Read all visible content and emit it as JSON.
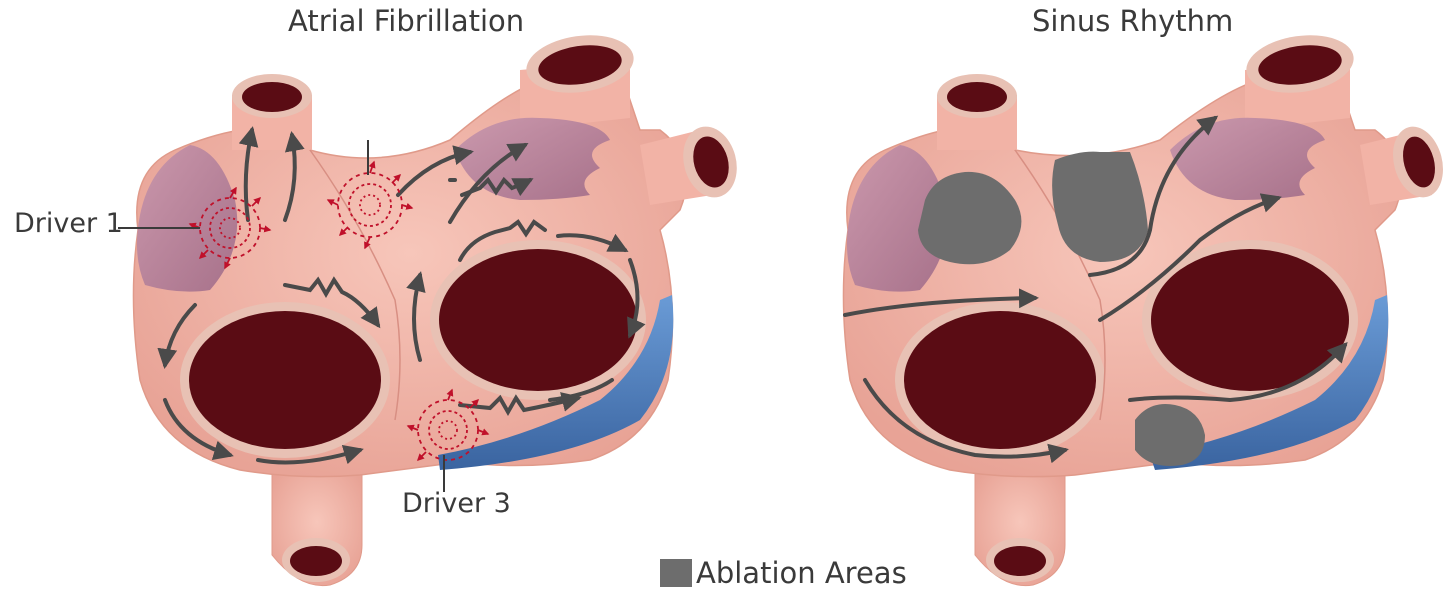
{
  "titles": {
    "left": "Atrial Fibrillation",
    "right": "Sinus Rhythm"
  },
  "labels": {
    "driver1": "Driver 1",
    "driver3": "Driver 3"
  },
  "legend": {
    "label": "Ablation Areas",
    "color": "#6d6d6d"
  },
  "colors": {
    "tissue": "#f2b3a6",
    "tissue_dark": "#e49a8d",
    "lumen": "#5a0c14",
    "vessel_rim": "#e8c1b4",
    "appendage": "#b57f9a",
    "sinus": "#4a79b8",
    "arrow": "#4a4a4a",
    "driver": "#c0102a"
  }
}
